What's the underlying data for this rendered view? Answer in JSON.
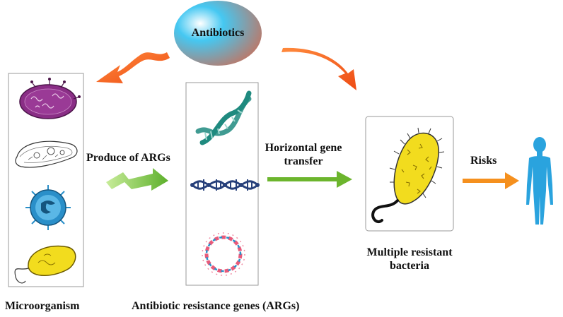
{
  "labels": {
    "antibiotics": "Antibiotics",
    "produce": "Produce of ARGs",
    "hgt_line1": "Horizontal gene",
    "hgt_line2": "transfer",
    "risks": "Risks",
    "microorganism": "Microorganism",
    "args": "Antibiotic resistance genes (ARGs)",
    "mrb_line1": "Multiple resistant",
    "mrb_line2": "bacteria"
  },
  "colors": {
    "orange_arrow": "#f05a1e",
    "green_arrow": "#6cb52d",
    "risk_arrow": "#f5901e",
    "human": "#2aa3de",
    "microbe_purple": "#8a2e86",
    "bacterium_yellow": "#f2dc1e",
    "virus_blue": "#2a8fc9",
    "dna_teal": "#1f8a7f",
    "dna_navy": "#27407a"
  },
  "icons": [
    "purple-microbe-icon",
    "paramecium-icon",
    "virus-icon",
    "bacillus-icon",
    "dna-helix-icon",
    "dna-ladder-icon",
    "plasmid-icon",
    "bacterium-icon",
    "human-icon"
  ]
}
